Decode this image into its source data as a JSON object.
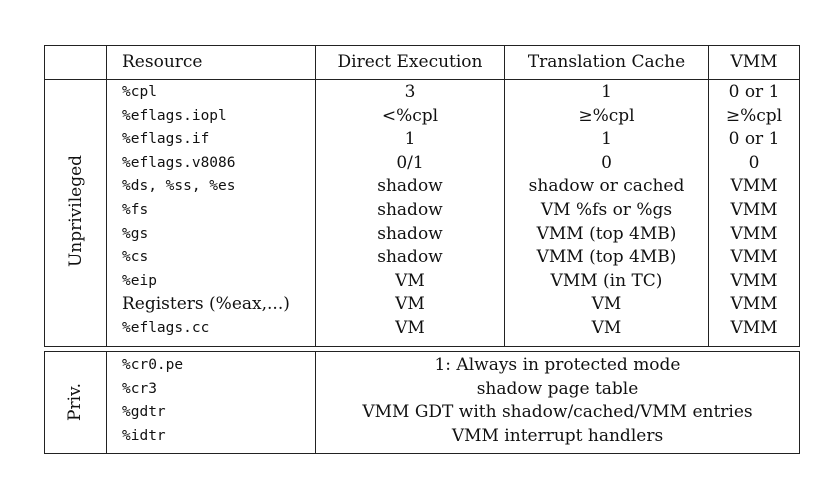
{
  "header": {
    "resource": "Resource",
    "direct": "Direct Execution",
    "tc": "Translation Cache",
    "vmm": "VMM"
  },
  "unprivileged": {
    "label": "Unprivileged",
    "rows": [
      {
        "resource": "%cpl",
        "mono": true,
        "direct": "3",
        "tc": "1",
        "vmm": "0 or 1"
      },
      {
        "resource": "%eflags.iopl",
        "mono": true,
        "direct": "<%cpl",
        "tc": "≥%cpl",
        "vmm": "≥%cpl"
      },
      {
        "resource": "%eflags.if",
        "mono": true,
        "direct": "1",
        "tc": "1",
        "vmm": "0 or 1"
      },
      {
        "resource": "%eflags.v8086",
        "mono": true,
        "direct": "0/1",
        "tc": "0",
        "vmm": "0"
      },
      {
        "resource": "%ds, %ss, %es",
        "mono": true,
        "direct": "shadow",
        "tc": "shadow or cached",
        "vmm": "VMM"
      },
      {
        "resource": "%fs",
        "mono": true,
        "direct": "shadow",
        "tc": "VM %fs or %gs",
        "vmm": "VMM"
      },
      {
        "resource": "%gs",
        "mono": true,
        "direct": "shadow",
        "tc": "VMM (top 4MB)",
        "vmm": "VMM"
      },
      {
        "resource": "%cs",
        "mono": true,
        "direct": "shadow",
        "tc": "VMM (top 4MB)",
        "vmm": "VMM"
      },
      {
        "resource": "%eip",
        "mono": true,
        "direct": "VM",
        "tc": "VMM (in TC)",
        "vmm": "VMM"
      },
      {
        "resource": "Registers (%eax,...)",
        "mono": false,
        "direct": "VM",
        "tc": "VM",
        "vmm": "VMM"
      },
      {
        "resource": "%eflags.cc",
        "mono": true,
        "direct": "VM",
        "tc": "VM",
        "vmm": "VMM"
      }
    ]
  },
  "privileged": {
    "label": "Priv.",
    "rows": [
      {
        "resource": "%cr0.pe",
        "value": "1: Always in protected mode"
      },
      {
        "resource": "%cr3",
        "value": "shadow page table"
      },
      {
        "resource": "%gdtr",
        "value": "VMM GDT with shadow/cached/VMM entries"
      },
      {
        "resource": "%idtr",
        "value": "VMM interrupt handlers"
      }
    ]
  }
}
